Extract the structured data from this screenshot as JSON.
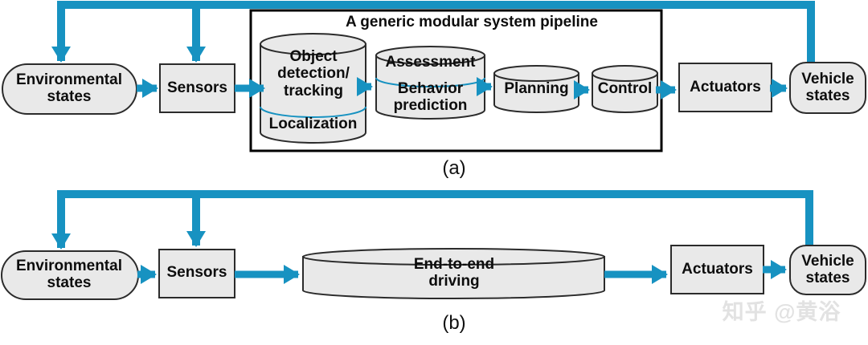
{
  "diagram": {
    "accent_color": "#1792c1",
    "shape_fill": "#e9e9e9",
    "caption_a": "(a)",
    "caption_b": "(b)",
    "watermark": "知乎 @黄浴",
    "pipeline_a": {
      "title": "A generic modular system pipeline",
      "env_states": "Environmental states",
      "sensors": "Sensors",
      "object_detection": "Object detection/ tracking",
      "localization": "Localization",
      "assessment": "Assessment",
      "behavior_prediction": "Behavior prediction",
      "planning": "Planning",
      "control": "Control",
      "actuators": "Actuators",
      "vehicle_states": "Vehicle states"
    },
    "pipeline_b": {
      "env_states": "Environmental states",
      "sensors": "Sensors",
      "end_to_end": "End-to-end driving",
      "actuators": "Actuators",
      "vehicle_states": "Vehicle states"
    }
  }
}
